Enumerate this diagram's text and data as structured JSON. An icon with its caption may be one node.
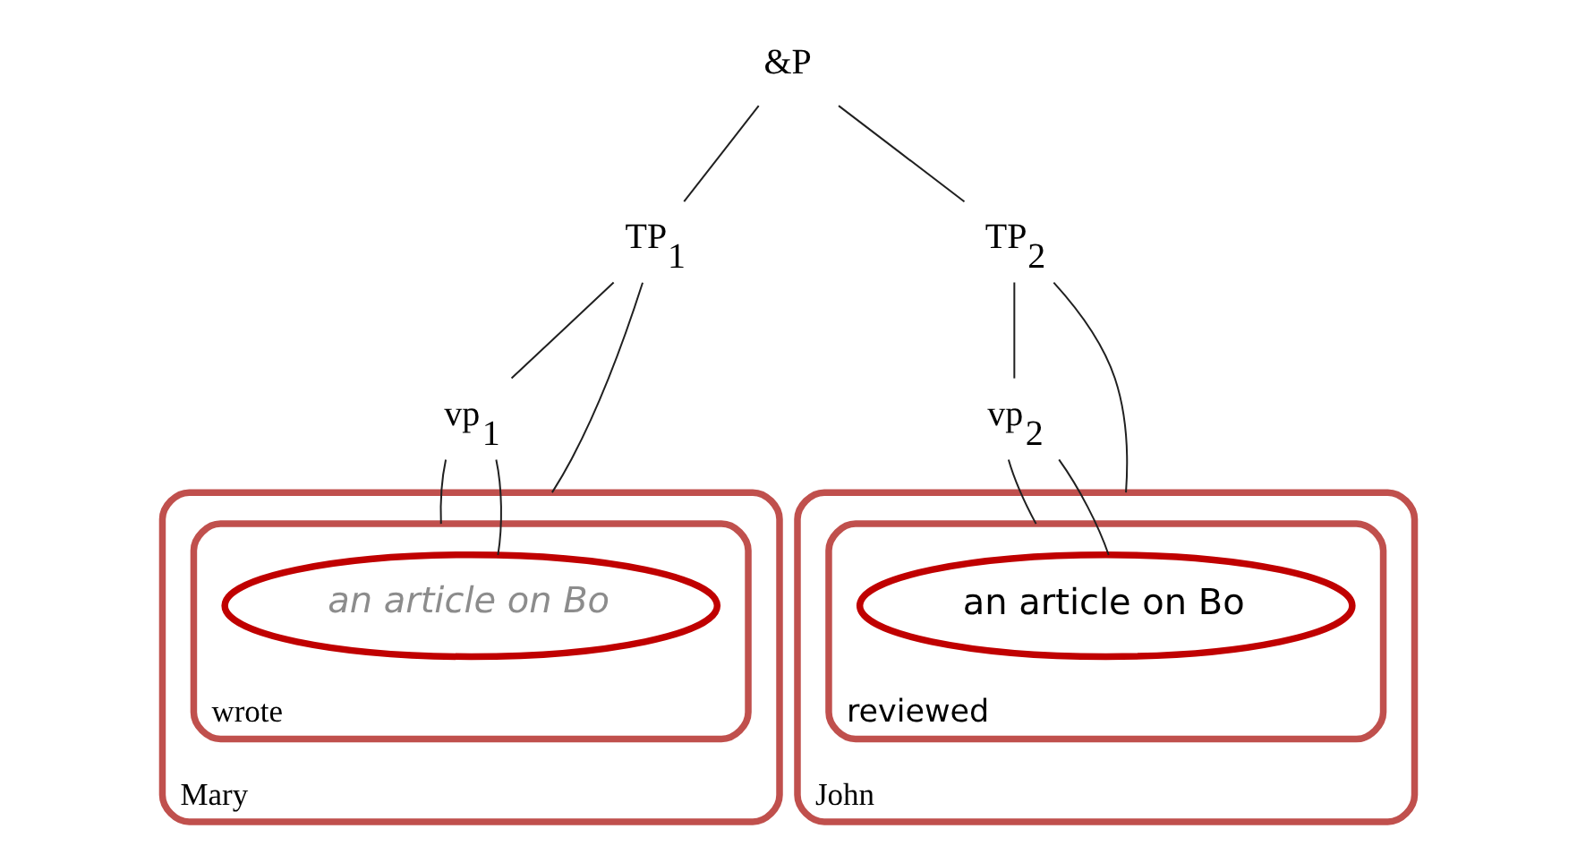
{
  "diagram": {
    "nodes": [
      {
        "text": [
          "&P"
        ]
      },
      {
        "text": [
          "TP$_{1}$"
        ]
      },
      {
        "text": [
          "vp$_{1}$"
        ]
      },
      {
        "text": [
          "Mary"
        ]
      },
      {
        "text": [
          "wrote"
        ],
        "in": 3
      },
      {
        "text": [
          "an article on Bo"
        ],
        "in": 4
      },
      {
        "text": [
          "TP$_{2}$"
        ]
      },
      {
        "text": [
          "vp$_{2}$"
        ]
      },
      {
        "text": [
          "John"
        ]
      },
      {
        "text": [
          "reviewed"
        ],
        "in": 8
      },
      {
        "text": [
          "an article on Bo"
        ],
        "in": 9
      }
    ],
    "edges": [
      {
        "from": 0,
        "to": 1,
        "arrow": "none"
      },
      {
        "from": 1,
        "to": 3,
        "arrow": "none"
      },
      {
        "from": 1,
        "to": 2,
        "arrow": "none"
      },
      {
        "from": 2,
        "to": 4,
        "arrow": "none"
      },
      {
        "from": 2,
        "to": 5,
        "arrow": "none"
      },
      {
        "from": 0,
        "to": 6,
        "arrow": "none"
      },
      {
        "from": 6,
        "to": 7,
        "arrow": "none"
      },
      {
        "from": 6,
        "to": 8,
        "arrow": "none"
      },
      {
        "from": 7,
        "to": 9,
        "arrow": "none"
      },
      {
        "from": 7,
        "to": 10,
        "arrow": "none"
      }
    ]
  }
}
